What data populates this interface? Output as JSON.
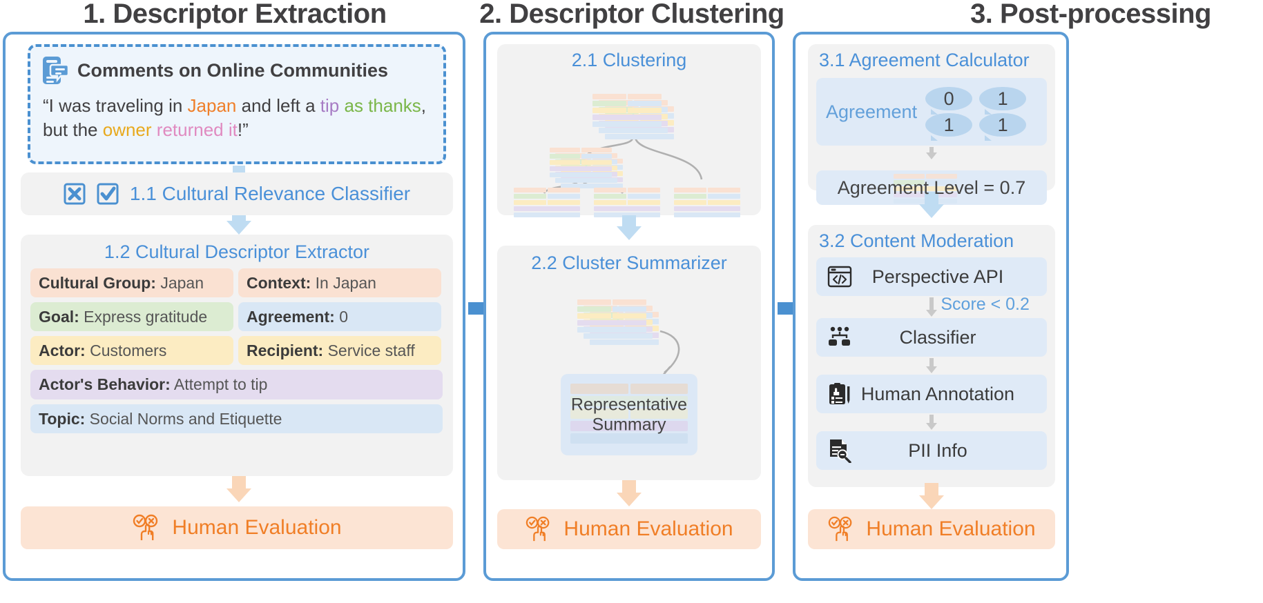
{
  "columns": [
    {
      "title": "1. Descriptor Extraction"
    },
    {
      "title": "2. Descriptor Clustering"
    },
    {
      "title": "3. Post-processing"
    }
  ],
  "stage1": {
    "comment_card": {
      "icon": "comment-document-icon",
      "heading": "Comments on Online Communities",
      "quote_parts": [
        {
          "text": "“I was traveling in ",
          "color": "#414042"
        },
        {
          "text": "Japan",
          "color": "#ef7f2a"
        },
        {
          "text": " and left a ",
          "color": "#414042"
        },
        {
          "text": "tip",
          "color": "#a77cc4"
        },
        {
          "text": " as thanks",
          "color": "#7ab648"
        },
        {
          "text": ", but the ",
          "color": "#414042"
        },
        {
          "text": "owner",
          "color": "#e8a91d"
        },
        {
          "text": " ",
          "color": "#414042"
        },
        {
          "text": "returned it",
          "color": "#e08ac0"
        },
        {
          "text": "!”",
          "color": "#414042"
        }
      ]
    },
    "module_11": {
      "title": "1.1 Cultural Relevance Classifier",
      "icons": [
        "checkbox-x-icon",
        "checkbox-check-icon"
      ]
    },
    "module_12": {
      "title": "1.2 Cultural Descriptor Extractor",
      "descriptors": [
        {
          "key": "Cultural Group:",
          "value": " Japan",
          "color": "c-peach",
          "width": "w-half"
        },
        {
          "key": "Context:",
          "value": " In Japan",
          "color": "c-peach",
          "width": "w-half"
        },
        {
          "key": "Goal:",
          "value": " Express gratitude",
          "color": "c-green",
          "width": "w-half"
        },
        {
          "key": "Agreement:",
          "value": " 0",
          "color": "c-blue",
          "width": "w-half"
        },
        {
          "key": "Actor:",
          "value": " Customers",
          "color": "c-yellow",
          "width": "w-half"
        },
        {
          "key": "Recipient:",
          "value": " Service staff",
          "color": "c-yellow",
          "width": "w-half"
        },
        {
          "key": "Actor's Behavior:",
          "value": " Attempt to tip",
          "color": "c-purple",
          "width": "w-full"
        },
        {
          "key": "Topic:",
          "value": " Social Norms and Etiquette",
          "color": "c-blue",
          "width": "w-full"
        }
      ]
    },
    "human_eval": {
      "label": "Human Evaluation",
      "icon": "hand-check-x-icon"
    }
  },
  "stage2": {
    "module_21": {
      "title": "2.1 Clustering"
    },
    "module_22": {
      "title": "2.2 Cluster Summarizer"
    },
    "representative_summary": {
      "line1": "Representative",
      "line2": "Summary"
    },
    "human_eval": {
      "label": "Human Evaluation",
      "icon": "hand-check-x-icon"
    }
  },
  "stage3": {
    "module_31": {
      "title": "3.1 Agreement Calculator",
      "agreement_label": "Agreement",
      "bubble_values": [
        "0",
        "1",
        "1",
        "1"
      ],
      "agreement_level_text": "Agreement Level = 0.7"
    },
    "module_32": {
      "title": "3.2 Content Moderation",
      "items": [
        {
          "label": "Perspective API",
          "icon": "code-window-icon"
        },
        {
          "label": "Classifier",
          "icon": "classifier-tree-icon"
        },
        {
          "label": "Human Annotation",
          "icon": "clipboard-thumb-icon"
        },
        {
          "label": "PII Info",
          "icon": "document-search-icon"
        }
      ],
      "score_condition": "Score < 0.2"
    },
    "human_eval": {
      "label": "Human Evaluation",
      "icon": "hand-check-x-icon"
    }
  },
  "palette": {
    "panel_border": "#5b9bd5",
    "module_bg": "#f2f2f2",
    "module_title": "#4a90d8",
    "accent_orange": "#f07e26",
    "human_eval_bg": "#fce4d4",
    "arrow_blue": "#bfdcf2",
    "arrow_peach": "#fad6b8",
    "card_peach": "#fae1d2",
    "card_green": "#dcecd2",
    "card_blue": "#d9e7f5",
    "card_yellow": "#fcecc2",
    "card_purple": "#e4dcef"
  }
}
